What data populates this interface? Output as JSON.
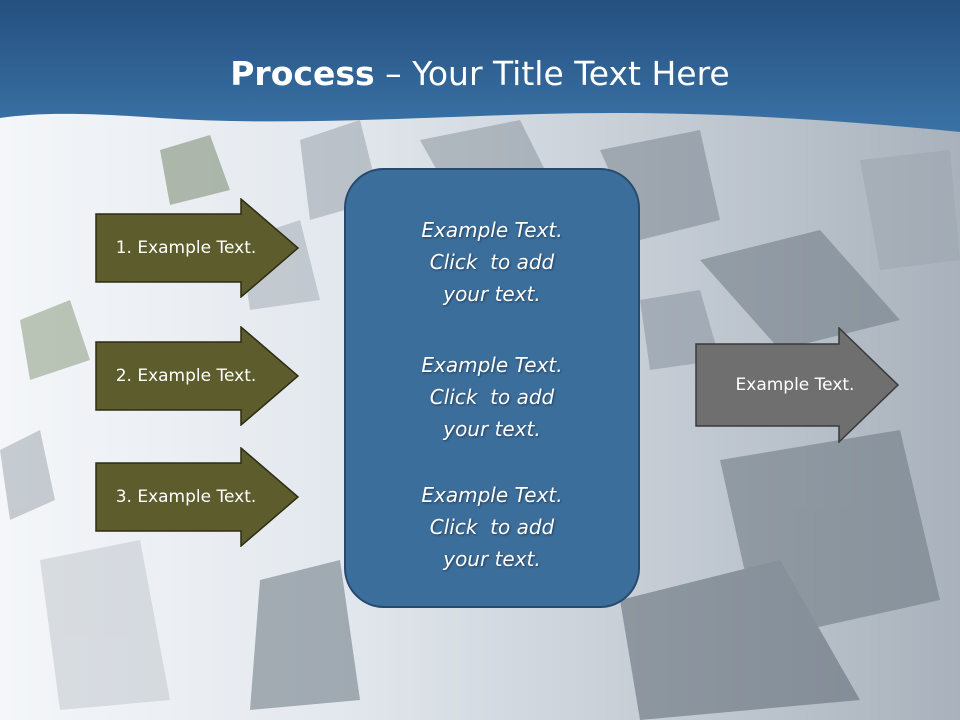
{
  "slide": {
    "title_bold": "Process",
    "title_rest": " – Your Title Text Here"
  },
  "inputs": [
    {
      "label": "1. Example Text."
    },
    {
      "label": "2. Example Text."
    },
    {
      "label": "3. Example Text."
    }
  ],
  "center": {
    "blocks": [
      {
        "line1": "Example Text.",
        "line2": "Click  to add",
        "line3": "your text."
      },
      {
        "line1": "Example Text.",
        "line2": "Click  to add",
        "line3": "your text."
      },
      {
        "line1": "Example Text.",
        "line2": "Click  to add",
        "line3": "your text."
      }
    ]
  },
  "output": {
    "label": "Example Text."
  },
  "colors": {
    "header": "#2f6296",
    "input_arrow": "#5c5c2c",
    "center_box": "#3c6e9c",
    "output_arrow": "#6f6f6f"
  }
}
